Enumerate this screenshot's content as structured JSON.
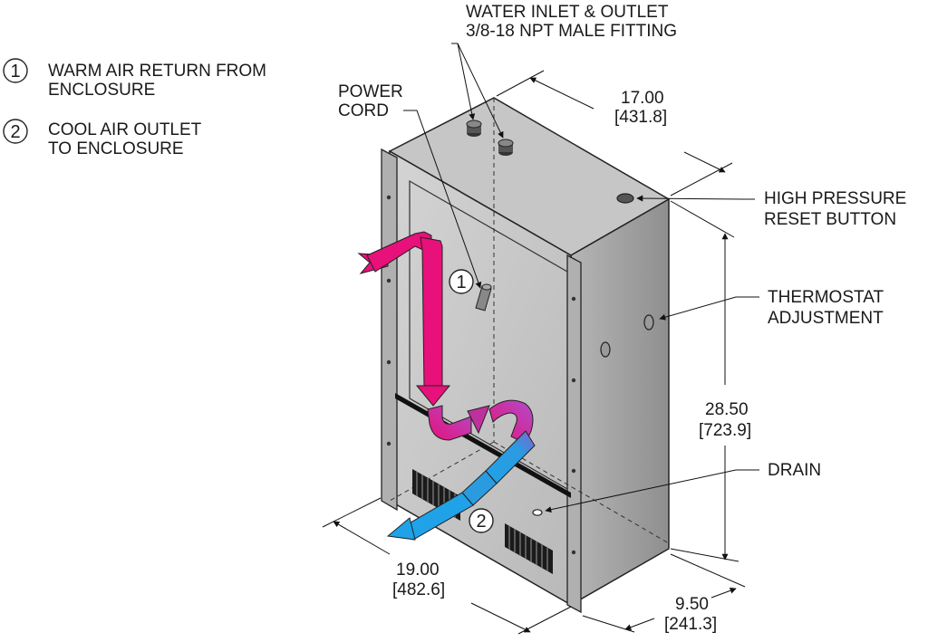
{
  "legend": [
    {
      "number": "1",
      "line1": "WARM AIR RETURN FROM",
      "line2": "ENCLOSURE"
    },
    {
      "number": "2",
      "line1": "COOL AIR OUTLET",
      "line2": "TO ENCLOSURE"
    }
  ],
  "callouts": {
    "water": {
      "line1": "WATER INLET & OUTLET",
      "line2": "3/8-18 NPT MALE FITTING"
    },
    "power": {
      "line1": "POWER",
      "line2": "CORD"
    },
    "reset": {
      "line1": "HIGH PRESSURE",
      "line2": "RESET BUTTON"
    },
    "thermostat": {
      "line1": "THERMOSTAT",
      "line2": "ADJUSTMENT"
    },
    "drain": {
      "line1": "DRAIN"
    }
  },
  "dimensions": {
    "depth": {
      "inches": "17.00",
      "mm": "[431.8]"
    },
    "height": {
      "inches": "28.50",
      "mm": "[723.9]"
    },
    "width": {
      "inches": "19.00",
      "mm": "[482.6]"
    },
    "side": {
      "inches": "9.50",
      "mm": "[241.3]"
    }
  },
  "tags": {
    "warm": "1",
    "cool": "2"
  },
  "colors": {
    "warm_air": "#e8107a",
    "cool_air": "#2b9be0",
    "front_panel": "#cbcbcb",
    "side_panel": "#a8a8a8",
    "top_panel": "#c4c4c4",
    "outline": "#222222"
  }
}
